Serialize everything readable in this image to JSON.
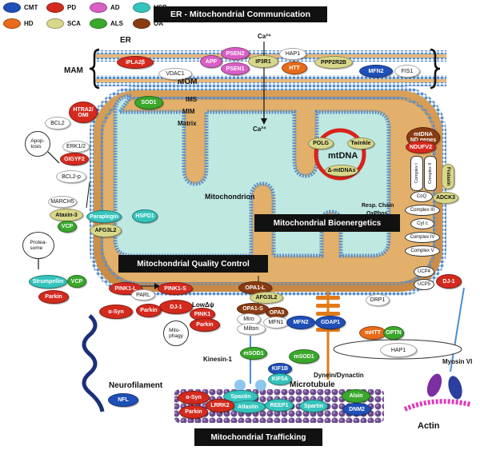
{
  "legend": {
    "items": [
      {
        "label": "CMT",
        "color": "#1f4fb8"
      },
      {
        "label": "PD",
        "color": "#d42a1e"
      },
      {
        "label": "AD",
        "color": "#d95fc4"
      },
      {
        "label": "HSP",
        "color": "#35c4bd"
      },
      {
        "label": "HD",
        "color": "#e86b1a"
      },
      {
        "label": "SCA",
        "color": "#d9d88a"
      },
      {
        "label": "ALS",
        "color": "#3aa82c"
      },
      {
        "label": "OA",
        "color": "#8a3b12"
      }
    ]
  },
  "banners": {
    "top": "ER - Mitochondrial Communication",
    "bioenergetics": "Mitochondrial Bioenergetics",
    "quality": "Mitochondrial Quality Control",
    "trafficking": "Mitochondrial Trafficking"
  },
  "labels": {
    "er": "ER",
    "mam": "MAM",
    "mom": "MOM",
    "ims": "IMS",
    "mim": "MIM",
    "matrix": "Matrix",
    "ca_top": "Ca²⁺",
    "ca_mid": "Ca²⁺",
    "mitochondrion": "Mitochondrion",
    "mtdna": "mtDNA",
    "resp_chain": "Resp. Chain",
    "oxphos": "OxPhos",
    "apoptosis": "Apop-\ntosis",
    "proteasome": "Protea-\nsome",
    "mitophagy": "Mito-\nphagy",
    "low_dpsi": "LowΔψ",
    "neurofilament": "Neurofilament",
    "microtubule": "Microtubule",
    "kinesin": "Kinesin-1",
    "dynein": "Dynein/Dynactin",
    "myosin": "Myosin VI",
    "actin": "Actin",
    "hap1_bar": "HAP1"
  },
  "proteins": [
    {
      "id": "ipla2b",
      "text": "iPLA2β",
      "cls": "PD"
    },
    {
      "id": "vdac1",
      "text": "VDAC1",
      "cls": "white"
    },
    {
      "id": "app",
      "text": "APP",
      "cls": "AD"
    },
    {
      "id": "psen2",
      "text": "PSEN2",
      "cls": "AD"
    },
    {
      "id": "psen1",
      "text": "PSEN1",
      "cls": "AD"
    },
    {
      "id": "ip3r1",
      "text": "IP3R1",
      "cls": "SCA"
    },
    {
      "id": "hap1_top",
      "text": "HAP1",
      "cls": "white"
    },
    {
      "id": "htt_top",
      "text": "HTT",
      "cls": "HD"
    },
    {
      "id": "ppp2r2b",
      "text": "PPP2R2B",
      "cls": "SCA"
    },
    {
      "id": "mfn2_top",
      "text": "MFN2",
      "cls": "CMT"
    },
    {
      "id": "fis1",
      "text": "FIS1",
      "cls": "white"
    },
    {
      "id": "htra2",
      "text": "HTRA2/\nOMI",
      "cls": "PD"
    },
    {
      "id": "sod1_top",
      "text": "SOD1",
      "cls": "ALS"
    },
    {
      "id": "bcl2",
      "text": "BCL2",
      "cls": "white"
    },
    {
      "id": "erk12",
      "text": "ERK1/2",
      "cls": "white"
    },
    {
      "id": "gigyf2",
      "text": "GIGYF2",
      "cls": "PD"
    },
    {
      "id": "bcl2p",
      "text": "BCL2-p",
      "cls": "white"
    },
    {
      "id": "march5",
      "text": "MARCH5",
      "cls": "white"
    },
    {
      "id": "ataxin3",
      "text": "Ataxin-3",
      "cls": "SCA"
    },
    {
      "id": "vcp1",
      "text": "VCP",
      "cls": "ALS"
    },
    {
      "id": "paraplegin",
      "text": "Paraplegin",
      "cls": "HSP"
    },
    {
      "id": "hspd1",
      "text": "HSPD1",
      "cls": "HSP"
    },
    {
      "id": "afg3l2",
      "text": "AFG3L2",
      "cls": "SCA"
    },
    {
      "id": "strumpellin",
      "text": "Strumpellin",
      "cls": "HSP"
    },
    {
      "id": "vcp2",
      "text": "VCP",
      "cls": "ALS"
    },
    {
      "id": "parkin1",
      "text": "Parkin",
      "cls": "PD"
    },
    {
      "id": "pink1l",
      "text": "PINK1-L",
      "cls": "PD"
    },
    {
      "id": "pink1s",
      "text": "PINK1-S",
      "cls": "PD"
    },
    {
      "id": "parl",
      "text": "PARL",
      "cls": "white"
    },
    {
      "id": "asyn1",
      "text": "α-Syn",
      "cls": "PD"
    },
    {
      "id": "opa1l",
      "text": "OPA1-L",
      "cls": "OA"
    },
    {
      "id": "afg3l2b",
      "text": "AFG3L2",
      "cls": "SCA"
    },
    {
      "id": "opa1s",
      "text": "OPA1-S",
      "cls": "OA"
    },
    {
      "id": "opa3",
      "text": "OPA3",
      "cls": "OA"
    },
    {
      "id": "dj1a",
      "text": "DJ-1",
      "cls": "PD"
    },
    {
      "id": "pink1",
      "text": "PINK1",
      "cls": "PD"
    },
    {
      "id": "miro",
      "text": "Miro",
      "cls": "white"
    },
    {
      "id": "milton",
      "text": "Milton",
      "cls": "white"
    },
    {
      "id": "mfn1",
      "text": "MFN1",
      "cls": "white"
    },
    {
      "id": "mfn2b",
      "text": "MFN2",
      "cls": "CMT"
    },
    {
      "id": "gdap1",
      "text": "GDAP1",
      "cls": "CMT"
    },
    {
      "id": "parkin2",
      "text": "Parkin",
      "cls": "PD"
    },
    {
      "id": "parkin3",
      "text": "Parkin",
      "cls": "PD"
    },
    {
      "id": "polg",
      "text": "POLG",
      "cls": "SCA"
    },
    {
      "id": "twinkle",
      "text": "Twinkle",
      "cls": "SCA"
    },
    {
      "id": "dmtdna",
      "text": "Δ-mtDNAs",
      "cls": "SCA"
    },
    {
      "id": "mtdnand",
      "text": "mtDNA\nND genes",
      "cls": "OA"
    },
    {
      "id": "ndufv2",
      "text": "NDUFV2",
      "cls": "PD"
    },
    {
      "id": "frataxin",
      "text": "Frataxin",
      "cls": "SCA"
    },
    {
      "id": "adck3",
      "text": "ADCK3",
      "cls": "SCA"
    },
    {
      "id": "dj1b",
      "text": "DJ-1",
      "cls": "PD"
    },
    {
      "id": "drp1",
      "text": "DRP1",
      "cls": "white"
    },
    {
      "id": "mhtt",
      "text": "mHTT",
      "cls": "HD"
    },
    {
      "id": "optn",
      "text": "OPTN",
      "cls": "ALS"
    },
    {
      "id": "hap1b",
      "text": "HAP1",
      "cls": "white"
    },
    {
      "id": "msod1a",
      "text": "mSOD1",
      "cls": "ALS"
    },
    {
      "id": "msod1b",
      "text": "mSOD1",
      "cls": "ALS"
    },
    {
      "id": "kif1b",
      "text": "KIF1B",
      "cls": "CMT"
    },
    {
      "id": "kif5a",
      "text": "KIF5A",
      "cls": "HSP"
    },
    {
      "id": "spastin",
      "text": "Spastin",
      "cls": "HSP"
    },
    {
      "id": "atlastin",
      "text": "Atlastin",
      "cls": "HSP"
    },
    {
      "id": "reep1",
      "text": "REEP1",
      "cls": "HSP"
    },
    {
      "id": "spartin",
      "text": "Spartin",
      "cls": "HSP"
    },
    {
      "id": "alsin",
      "text": "Alsin",
      "cls": "ALS"
    },
    {
      "id": "dnm2",
      "text": "DNM2",
      "cls": "CMT"
    },
    {
      "id": "asyn2",
      "text": "α-Syn",
      "cls": "PD"
    },
    {
      "id": "lrrk2",
      "text": "LRRK2",
      "cls": "PD"
    },
    {
      "id": "parkin4",
      "text": "Parkin",
      "cls": "PD"
    },
    {
      "id": "nfl",
      "text": "NFL",
      "cls": "CMT"
    }
  ],
  "complexes": [
    {
      "id": "c1",
      "text": "Complex I"
    },
    {
      "id": "c2",
      "text": "Complex II"
    },
    {
      "id": "coq",
      "text": "CoQ"
    },
    {
      "id": "c3",
      "text": "Complex III"
    },
    {
      "id": "cytc",
      "text": "Cyt c"
    },
    {
      "id": "c4",
      "text": "Complex IV"
    },
    {
      "id": "c5",
      "text": "Complex V"
    },
    {
      "id": "ucp4",
      "text": "UCP4"
    },
    {
      "id": "ucp5",
      "text": "UCP5"
    }
  ]
}
